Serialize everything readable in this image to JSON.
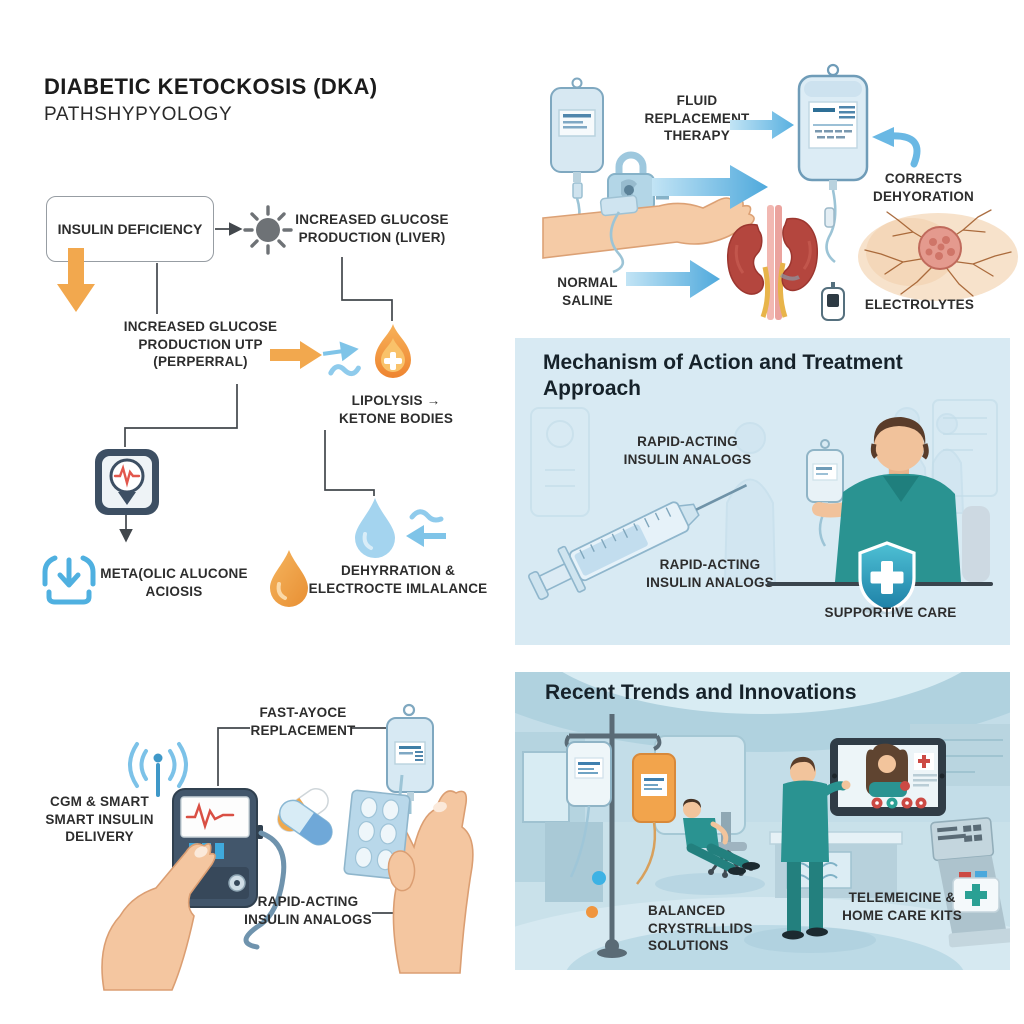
{
  "patho": {
    "title": "DIABETIC KETOCKOSIS (DKA)",
    "subtitle": "PATHSHYPYOLOGY",
    "insulin_box": "INSULIN DEFICIENCY",
    "liver": "INCREASED GLUCOSE\nPRODUCTION (LIVER)",
    "peripheral": "INCREASED GLUCOSE\nPRODUCTION UTP\n(PERPERRAL)",
    "lipolysis": "LIPOLYSIS →\nKETONE BODIES",
    "metabolic": "META(OLIC ALUCONE\nACIOSIS",
    "dehydration": "DEHYRRATION &\nELECTROCTE IMLALANCE"
  },
  "fluid": {
    "therapy": "FLUID\nREPLACEMENT\nTHERAPY",
    "saline": "NORMAL\nSALINE",
    "corrects": "CORRECTS\nDEHYORATION",
    "electrolytes": "ELECTROLYTES"
  },
  "mechanism": {
    "title": "Mechanism of Action and Treatment\nApproach",
    "rapid_top": "RAPID-ACTING\nINSULIN ANALOGS",
    "rapid_bottom": "RAPID-ACTING\nINSULIN ANALOGS",
    "supportive": "SUPPORTIVE CARE"
  },
  "innovations": {
    "fast": "FAST-AYOCE\nREPLACEMENT",
    "cgm": "CGM & SMART\nSMART INSULIN\nDELIVERY",
    "rapid": "RAPID-ACTING\nINSULIN ANALOGS"
  },
  "trends": {
    "title": "Recent Trends and Innovations",
    "balanced": "BALANCED CRYSTRLLLIDS\nSOLUTIONS",
    "telemedicine": "TELEMEICINE &\nHOME CARE KITS"
  },
  "colors": {
    "accent_orange": "#f2a84e",
    "accent_blue": "#6fc0e8",
    "teal_scrubs": "#2a9391",
    "navy": "#3d4f63",
    "mech_panel_bg": "#d8eaf3",
    "trends_panel_bg": "#c0dbe7",
    "text": "#2d2d2d"
  }
}
